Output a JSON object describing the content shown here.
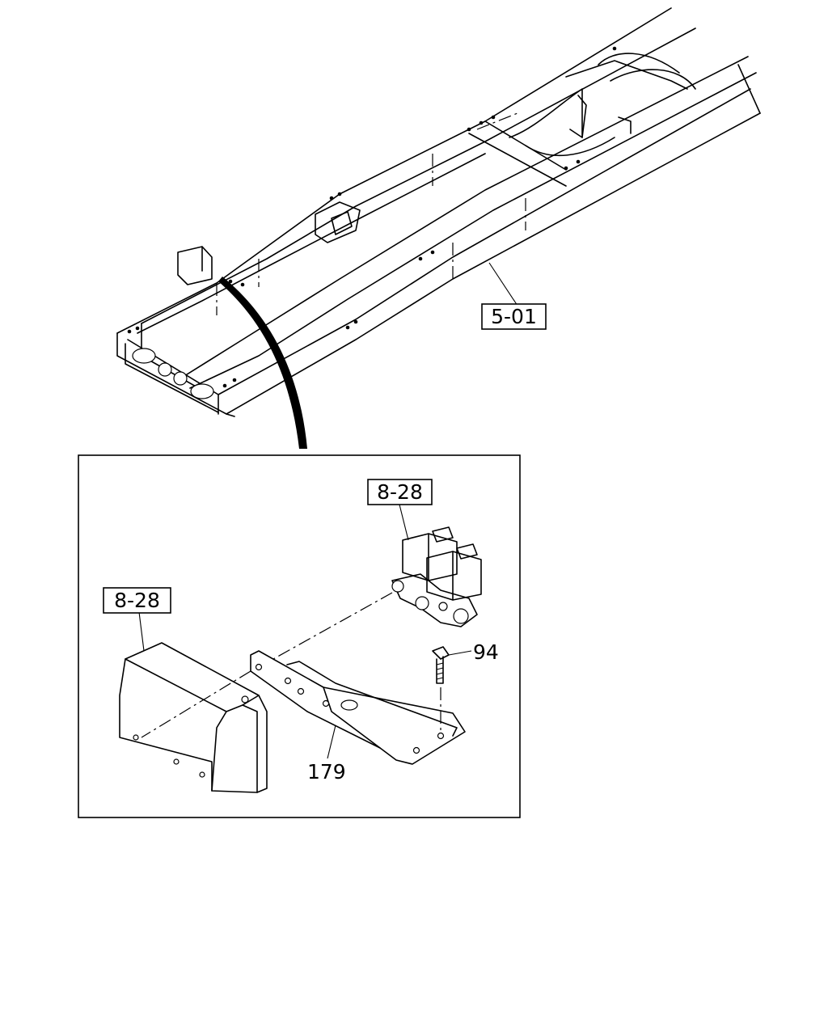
{
  "callouts": {
    "frame": "5-01",
    "valve_assembly": "8-28",
    "cover": "8-28",
    "bolt": "94",
    "bracket": "179"
  }
}
